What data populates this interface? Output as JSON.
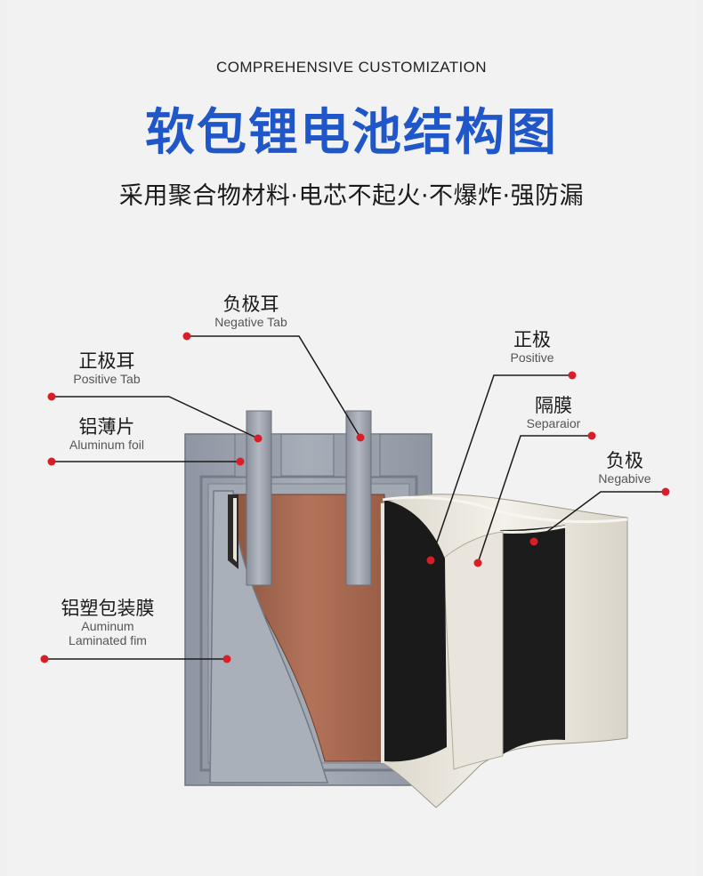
{
  "header": {
    "kicker": "COMPREHENSIVE CUSTOMIZATION",
    "title": "软包锂电池结构图",
    "subtitle": "采用聚合物材料·电芯不起火·不爆炸·强防漏"
  },
  "labels": {
    "negative_tab": {
      "zh": "负极耳",
      "en": "Negative Tab"
    },
    "positive_tab": {
      "zh": "正极耳",
      "en": "Positive Tab"
    },
    "aluminum_foil": {
      "zh": "铝薄片",
      "en": "Aluminum foil"
    },
    "laminated_film": {
      "zh": "铝塑包装膜",
      "en_line1": "Auminum",
      "en_line2": "Laminated fim"
    },
    "positive": {
      "zh": "正极",
      "en": "Positive"
    },
    "separator": {
      "zh": "隔膜",
      "en": "Separaior"
    },
    "negative": {
      "zh": "负极",
      "en": "Negabive"
    }
  },
  "colors": {
    "title_blue": "#1f57c8",
    "marker_red": "#d81e28",
    "casing_gray": "#9aa0ab",
    "cell_copper": "#a8674c",
    "layer_black": "#1b1b1b",
    "layer_white": "#ece8df"
  }
}
